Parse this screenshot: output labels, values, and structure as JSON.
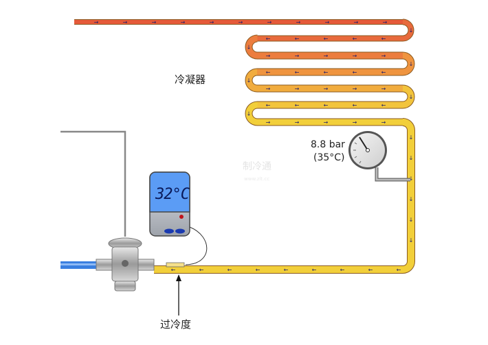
{
  "labels": {
    "condenser": "冷凝器",
    "pressure": "8.8 bar",
    "saturation_temp": "(35°C)",
    "thermometer_reading": "32°C",
    "subcooling": "过冷度"
  },
  "watermark": {
    "text": "制冷通",
    "url": "www.zlt.cc"
  },
  "colors": {
    "pipe_hot": "#e8603c",
    "pipe_mid": "#f0953a",
    "pipe_liquid": "#f2cf3a",
    "liquid_line_out": "#3a7fe0",
    "thermometer_screen": "#5b9cf5",
    "flow_arrow": "#1a1a6e"
  }
}
